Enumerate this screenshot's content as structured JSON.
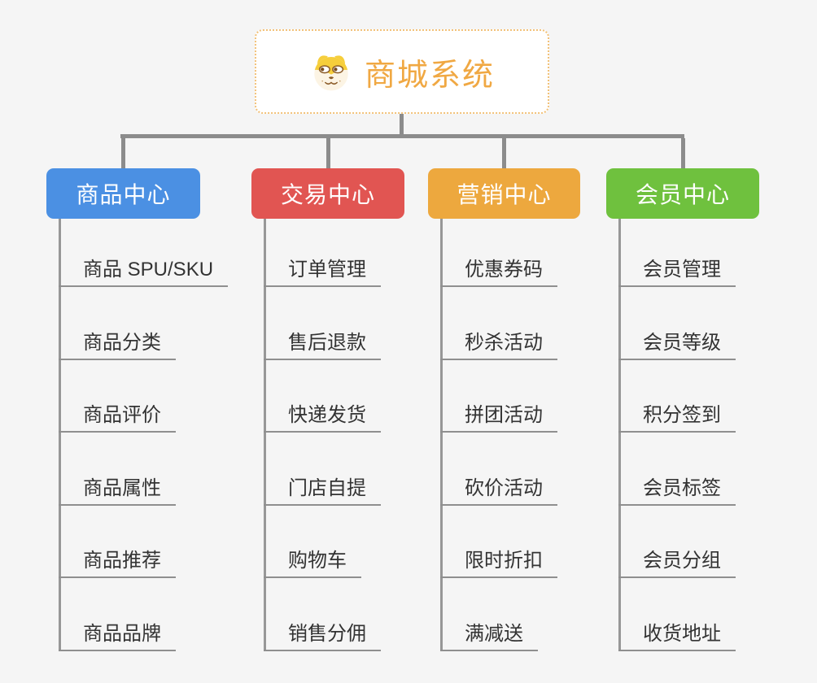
{
  "root": {
    "title": "商城系统",
    "icon": "dog-face-icon"
  },
  "branches": [
    {
      "label": "商品中心",
      "color": "#4B90E3",
      "items": [
        "商品 SPU/SKU",
        "商品分类",
        "商品评价",
        "商品属性",
        "商品推荐",
        "商品品牌"
      ]
    },
    {
      "label": "交易中心",
      "color": "#E15552",
      "items": [
        "订单管理",
        "售后退款",
        "快递发货",
        "门店自提",
        "购物车",
        "销售分佣"
      ]
    },
    {
      "label": "营销中心",
      "color": "#EDA83E",
      "items": [
        "优惠券码",
        "秒杀活动",
        "拼团活动",
        "砍价活动",
        "限时折扣",
        "满减送"
      ]
    },
    {
      "label": "会员中心",
      "color": "#6FC13E",
      "items": [
        "会员管理",
        "会员等级",
        "积分签到",
        "会员标签",
        "会员分组",
        "收货地址"
      ]
    }
  ],
  "colors": {
    "background": "#F5F5F5",
    "root_accent": "#F0A843",
    "root_border": "#F2C178",
    "connector": "#8C8C8C",
    "underline": "#8F8F8F",
    "item_text": "#333333"
  }
}
